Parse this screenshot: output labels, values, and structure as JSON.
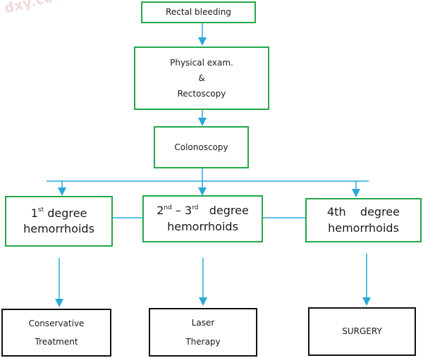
{
  "watermark": "dxy.com",
  "nodes": {
    "rectal_bleeding": "Rectal bleeding",
    "physical_exam": {
      "line1": "Physical exam.",
      "line2": "&",
      "line3": "Rectoscopy"
    },
    "colonoscopy": "Colonoscopy",
    "first_degree": {
      "num": "1",
      "sup": "st",
      "rest": " degree",
      "line2": "hemorrhoids"
    },
    "second_third_degree": {
      "num1": "2",
      "sup1": "nd",
      "dash": " – ",
      "num2": "3",
      "sup2": "rd",
      "rest": "   degree",
      "line2": "hemorrhoids"
    },
    "fourth_degree": {
      "line1": "4th    degree",
      "line2": "hemorrhoids"
    },
    "conservative": {
      "line1": "Conservative",
      "line2": "Treatment"
    },
    "laser": {
      "line1": "Laser",
      "line2": "Therapy"
    },
    "surgery": "SURGERY"
  },
  "colors": {
    "box_border": "#22a84a",
    "arrow": "#2aa8d8",
    "outcome_border": "#111111"
  }
}
